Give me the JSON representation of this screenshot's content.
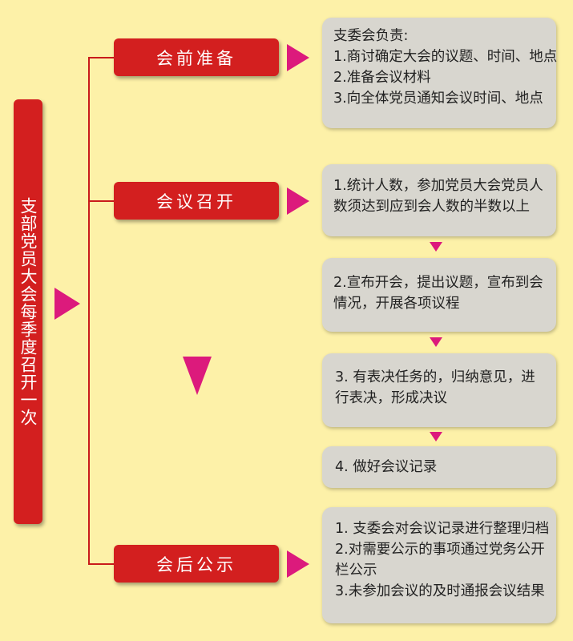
{
  "colors": {
    "background": "#fdf1a8",
    "red": "#d31f1f",
    "magenta": "#dc1a7c",
    "grey_box": "#d8d6cf"
  },
  "left_title": "支部党员大会每季度召开一次",
  "stages": [
    {
      "label": "会前准备"
    },
    {
      "label": "会议召开"
    },
    {
      "label": "会后公示"
    }
  ],
  "boxes": {
    "prep": {
      "lines": [
        "支委会负责:",
        "1.商讨确定大会的议题、时间、地点",
        "2.准备会议材料",
        "3.向全体党员通知会议时间、地点"
      ]
    },
    "meeting": [
      {
        "lines": [
          "1.统计人数，参加党员大会党员人数须达到应到会人数的半数以上"
        ]
      },
      {
        "lines": [
          "2.宣布开会，提出议题，宣布到会情况，开展各项议程"
        ]
      },
      {
        "lines": [
          "3. 有表决任务的，归纳意见，进行表决，形成决议"
        ]
      },
      {
        "lines": [
          "4. 做好会议记录"
        ]
      }
    ],
    "post": {
      "lines": [
        "1. 支委会对会议记录进行整理归档",
        "2.对需要公示的事项通过党务公开栏公示",
        "3.未参加会议的及时通报会议结果"
      ]
    }
  },
  "icons": {
    "stage_arrow": "arrow-right-icon",
    "step_arrow": "arrow-down-icon",
    "flow_arrow": "arrow-down-large-icon"
  }
}
